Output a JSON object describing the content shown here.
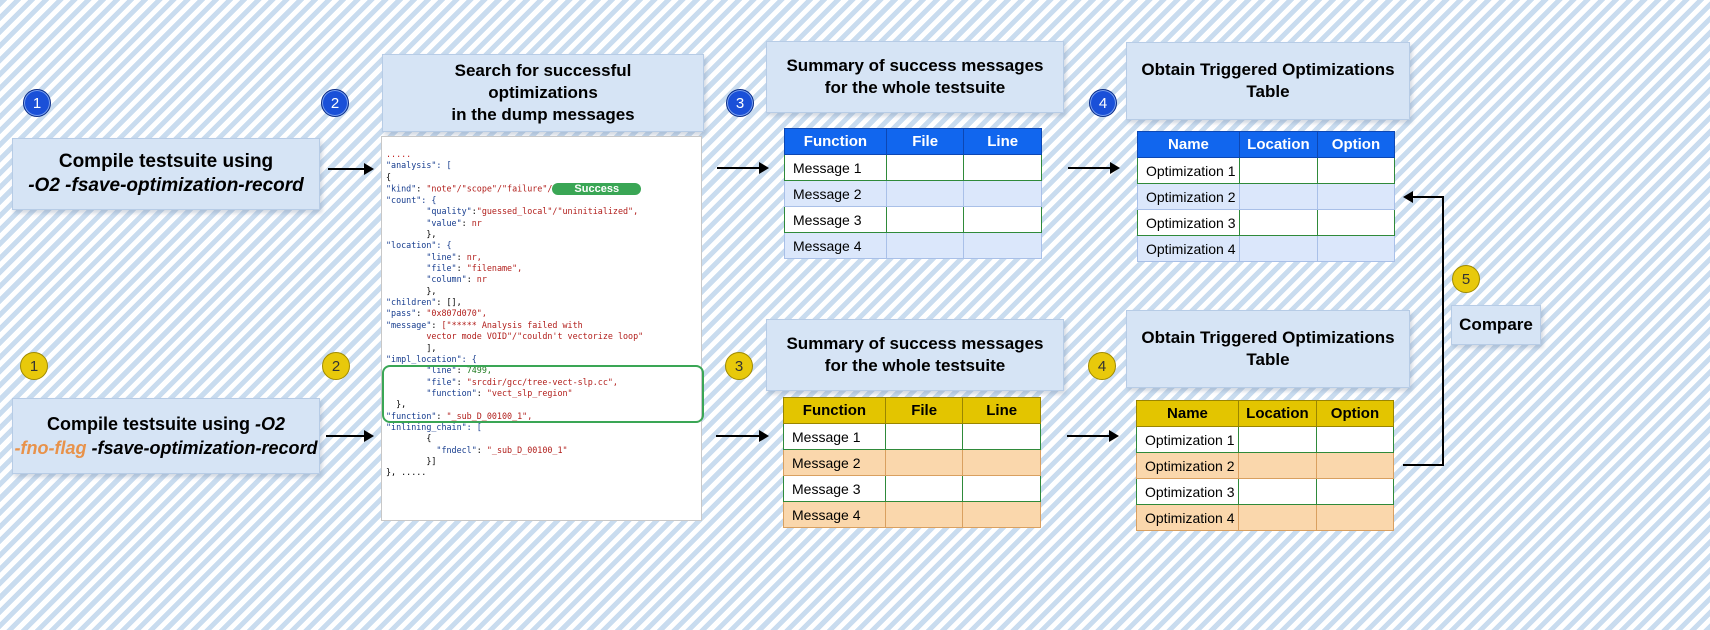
{
  "row1": {
    "step1_badge": "1",
    "step1_line1": "Compile testsuite using",
    "step1_line2": "-O2 -fsave-optimization-record",
    "step2_badge": "2",
    "search_line1": "Search for successful",
    "search_line2": "optimizations",
    "search_line3": "in the dump messages",
    "step3_badge": "3",
    "summary_line1": "Summary of success messages",
    "summary_line2": "for the whole testsuite",
    "step4_badge": "4",
    "obtain_line1": "Obtain Triggered Optimizations",
    "obtain_line2": "Table"
  },
  "row2": {
    "step1_badge": "1",
    "step1_line1_prefix": "Compile testsuite using ",
    "step1_line1_flag": "-O2",
    "step1_line2_flag": "-fno-flag",
    "step1_line2_rest": " -fsave-optimization-record",
    "step2_badge": "2",
    "step3_badge": "3",
    "summary_line1": "Summary of success messages",
    "summary_line2": "for the whole testsuite",
    "step4_badge": "4",
    "obtain_line1": "Obtain Triggered Optimizations",
    "obtain_line2": "Table"
  },
  "compare": {
    "badge": "5",
    "label": "Compare"
  },
  "code": {
    "dots_top": ".....",
    "analysis": "\"analysis\": [",
    "brace_open": "{",
    "kind_key": "\"kind\"",
    "kind_val": "\"note\"/\"scope\"/\"failure\"/",
    "success": "Success",
    "count_key": "\"count\": {",
    "quality_key": "\"quality\"",
    "quality_val": "\"guessed_local\"/\"uninitialized\",",
    "value_key": "\"value\"",
    "value_val": "nr",
    "close_brace1": "},",
    "location_key": "\"location\": {",
    "line_key": "\"line\"",
    "line_val": "nr,",
    "file_key": "\"file\"",
    "file_val": "\"filename\",",
    "column_key": "\"column\"",
    "column_val": "nr",
    "close_brace2": "},",
    "children_key": "\"children\"",
    "children_val": ": [],",
    "pass_key": "\"pass\"",
    "pass_val": "\"0x807d070\",",
    "message_key": "\"message\"",
    "message_val1": "[\"***** Analysis failed with",
    "message_val2": "vector mode VOID\"/\"couldn't vectorize loop\"",
    "close_bracket": "],",
    "impl_key": "\"impl_location\": {",
    "impl_line_key": "\"line\"",
    "impl_line_val": "7499,",
    "impl_file_key": "\"file\"",
    "impl_file_val": "\"srcdir/gcc/tree-vect-slp.cc\",",
    "impl_func_key": "\"function\"",
    "impl_func_val": "\"vect_slp_region\"",
    "close_brace3": "},",
    "function_key": "\"function\"",
    "function_val": "\"_sub_D_00100_1\",",
    "inlining_key": "\"inlining_chain\": [",
    "inl_open": "{",
    "fndecl_key": "\"fndecl\"",
    "fndecl_val": "\"_sub_D_00100_1\"",
    "inl_close": "}]",
    "end_line": "}, .....",
    "end_dots": "....."
  },
  "msg_table": {
    "headers": [
      "Function",
      "File",
      "Line"
    ],
    "rows": [
      "Message 1",
      "Message 2",
      "Message 3",
      "Message 4"
    ]
  },
  "opt_table": {
    "headers": [
      "Name",
      "Location",
      "Option"
    ],
    "rows": [
      "Optimization 1",
      "Optimization 2",
      "Optimization 3",
      "Optimization 4"
    ]
  },
  "colors": {
    "blue_header": "#1166ee",
    "yellow_header": "#e3c500",
    "flag_orange": "#e8924a",
    "success_green": "#3aa655"
  }
}
